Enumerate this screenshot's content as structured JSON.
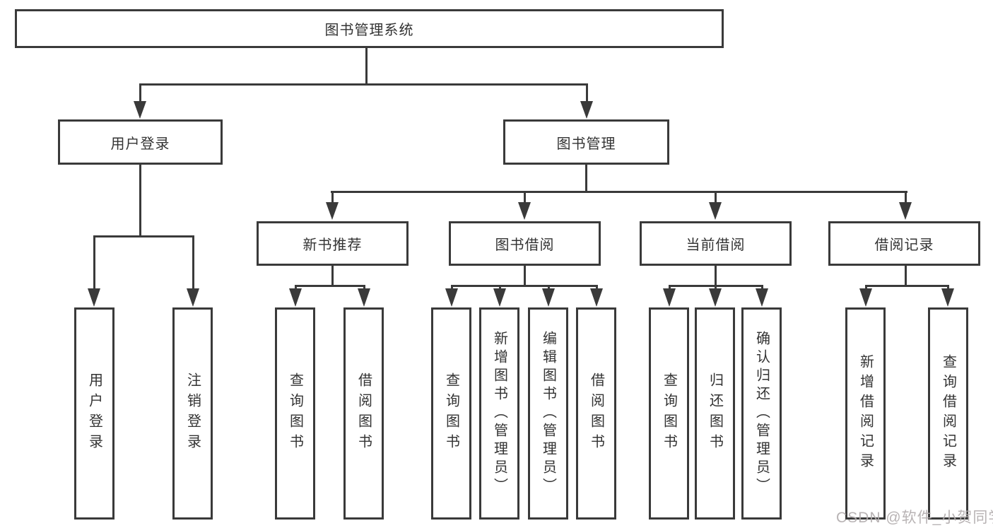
{
  "diagram": {
    "title": "图书管理系统",
    "level2": {
      "user_login": "用户登录",
      "book_mgmt": "图书管理"
    },
    "level3": {
      "new_books": "新书推荐",
      "borrowing": "图书借阅",
      "current": "当前借阅",
      "records": "借阅记录"
    },
    "leaves": {
      "user_login": "用户登录",
      "logout": "注销登录",
      "query_books_1": "查询图书",
      "borrow_books_1": "借阅图书",
      "query_books_2": "查询图书",
      "add_books": "新增图书（管理员）",
      "edit_books": "编辑图书（管理员）",
      "borrow_books_2": "借阅图书",
      "query_books_3": "查询图书",
      "return_books": "归还图书",
      "confirm_return": "确认归还（管理员）",
      "add_record": "新增借阅记录",
      "query_record": "查询借阅记录"
    },
    "colors": {
      "line": "#3a3a3a",
      "text": "#333333",
      "watermark": "#b2adae"
    }
  },
  "watermark": {
    "text": "CSDN @软件_小贺同学"
  }
}
